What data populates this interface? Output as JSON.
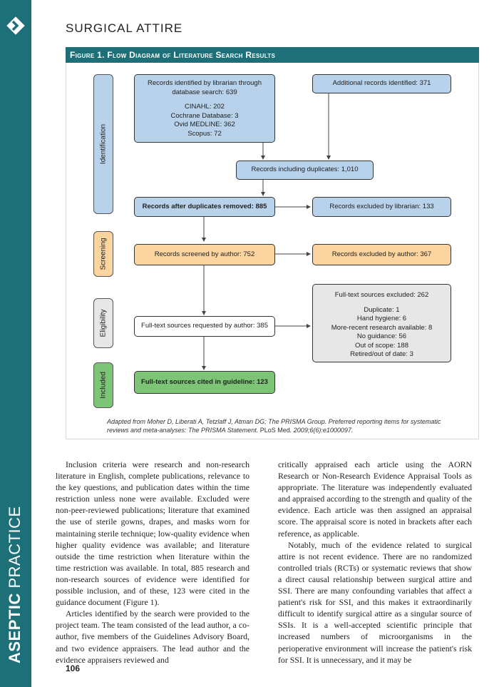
{
  "side_band": {
    "bold": "ASEPTIC",
    "rest": " PRACTICE"
  },
  "header": {
    "title": "SURGICAL ATTIRE"
  },
  "figure": {
    "title": "Figure 1. Flow Diagram of Literature Search Results",
    "phases": {
      "identification": "Identification",
      "screening": "Screening",
      "eligibility": "Eligibility",
      "included": "Included"
    },
    "boxes": {
      "db_search": {
        "line1": "Records identified by librarian through",
        "line2": "database search: 639",
        "cinahl": "CINAHL: 202",
        "cochrane": "Cochrane Database: 3",
        "medline": "Ovid MEDLINE: 362",
        "scopus": "Scopus: 72"
      },
      "additional": "Additional records identified: 371",
      "with_duplicates": "Records including duplicates: 1,010",
      "after_duplicates": "Records after duplicates removed: 885",
      "excluded_librarian": "Records excluded by librarian: 133",
      "screened": "Records screened by author: 752",
      "excluded_author": "Records excluded by author: 367",
      "fulltext_excluded": {
        "title": "Full-text sources excluded: 262",
        "duplicate": "Duplicate: 1",
        "hand_hygiene": "Hand hygiene: 6",
        "more_recent": "More-recent research available: 8",
        "no_guidance": "No guidance: 56",
        "out_of_scope": "Out of scope: 188",
        "retired": "Retired/out of date: 3"
      },
      "fulltext_requested": "Full-text sources requested by author: 385",
      "cited": "Full-text sources cited in guideline: 123"
    },
    "caption": {
      "part1": "Adapted from Moher D, Liberati A, Tetzlaff J, Atman DG; The PRISMA Group. Preferred reporting items for systematic reviews and meta-analyses: The PRISMA Statement. ",
      "journal": "PLoS Med",
      "part2": ". 2009;6(6):e1000097."
    }
  },
  "body": {
    "col1_p1": "Inclusion criteria were research and non-research literature in English, complete publications, relevance to the key questions, and publication dates within the time restriction unless none were available. Excluded were non-peer-reviewed publications; literature that examined the use of sterile gowns, drapes, and masks worn for maintaining sterile technique; low-quality evidence when higher quality evidence was available; and literature outside the time restriction when literature within the time restriction was available. In total, 885 research and non-research sources of evidence were identified for possible inclusion, and of these, 123 were cited in the guidance document (Figure 1).",
    "col1_p2": "Articles identified by the search were provided to the project team. The team consisted of the lead author, a co-author, five members of the Guidelines Advisory Board, and two evidence appraisers. The lead author and the evidence appraisers reviewed and",
    "col2_p1": "critically appraised each article using the AORN Research or Non-Research Evidence Appraisal Tools as appropriate. The literature was independently evaluated and appraised according to the strength and quality of the evidence. Each article was then assigned an appraisal score. The appraisal score is noted in brackets after each reference, as applicable.",
    "col2_p2": "Notably, much of the evidence related to surgical attire is not recent evidence. There are no randomized controlled trials (RCTs) or systematic reviews that show a direct causal relationship between surgical attire and SSI. There are many confounding variables that affect a patient's risk for SSI, and this makes it extraordinarily difficult to identify surgical attire as a singular source of SSIs. It is a well-accepted scientific principle that increased numbers of microorganisms in the perioperative environment will increase the patient's risk for SSI. It is unnecessary, and it may be"
  },
  "page_number": "106",
  "colors": {
    "teal": "#1d6f78",
    "blue_box": "#b7d2ea",
    "orange_box": "#fbd49f",
    "grey_box": "#e7e7e7",
    "green_box": "#7cc576"
  },
  "icons": {
    "logo": "diamond-chevron-logo"
  }
}
